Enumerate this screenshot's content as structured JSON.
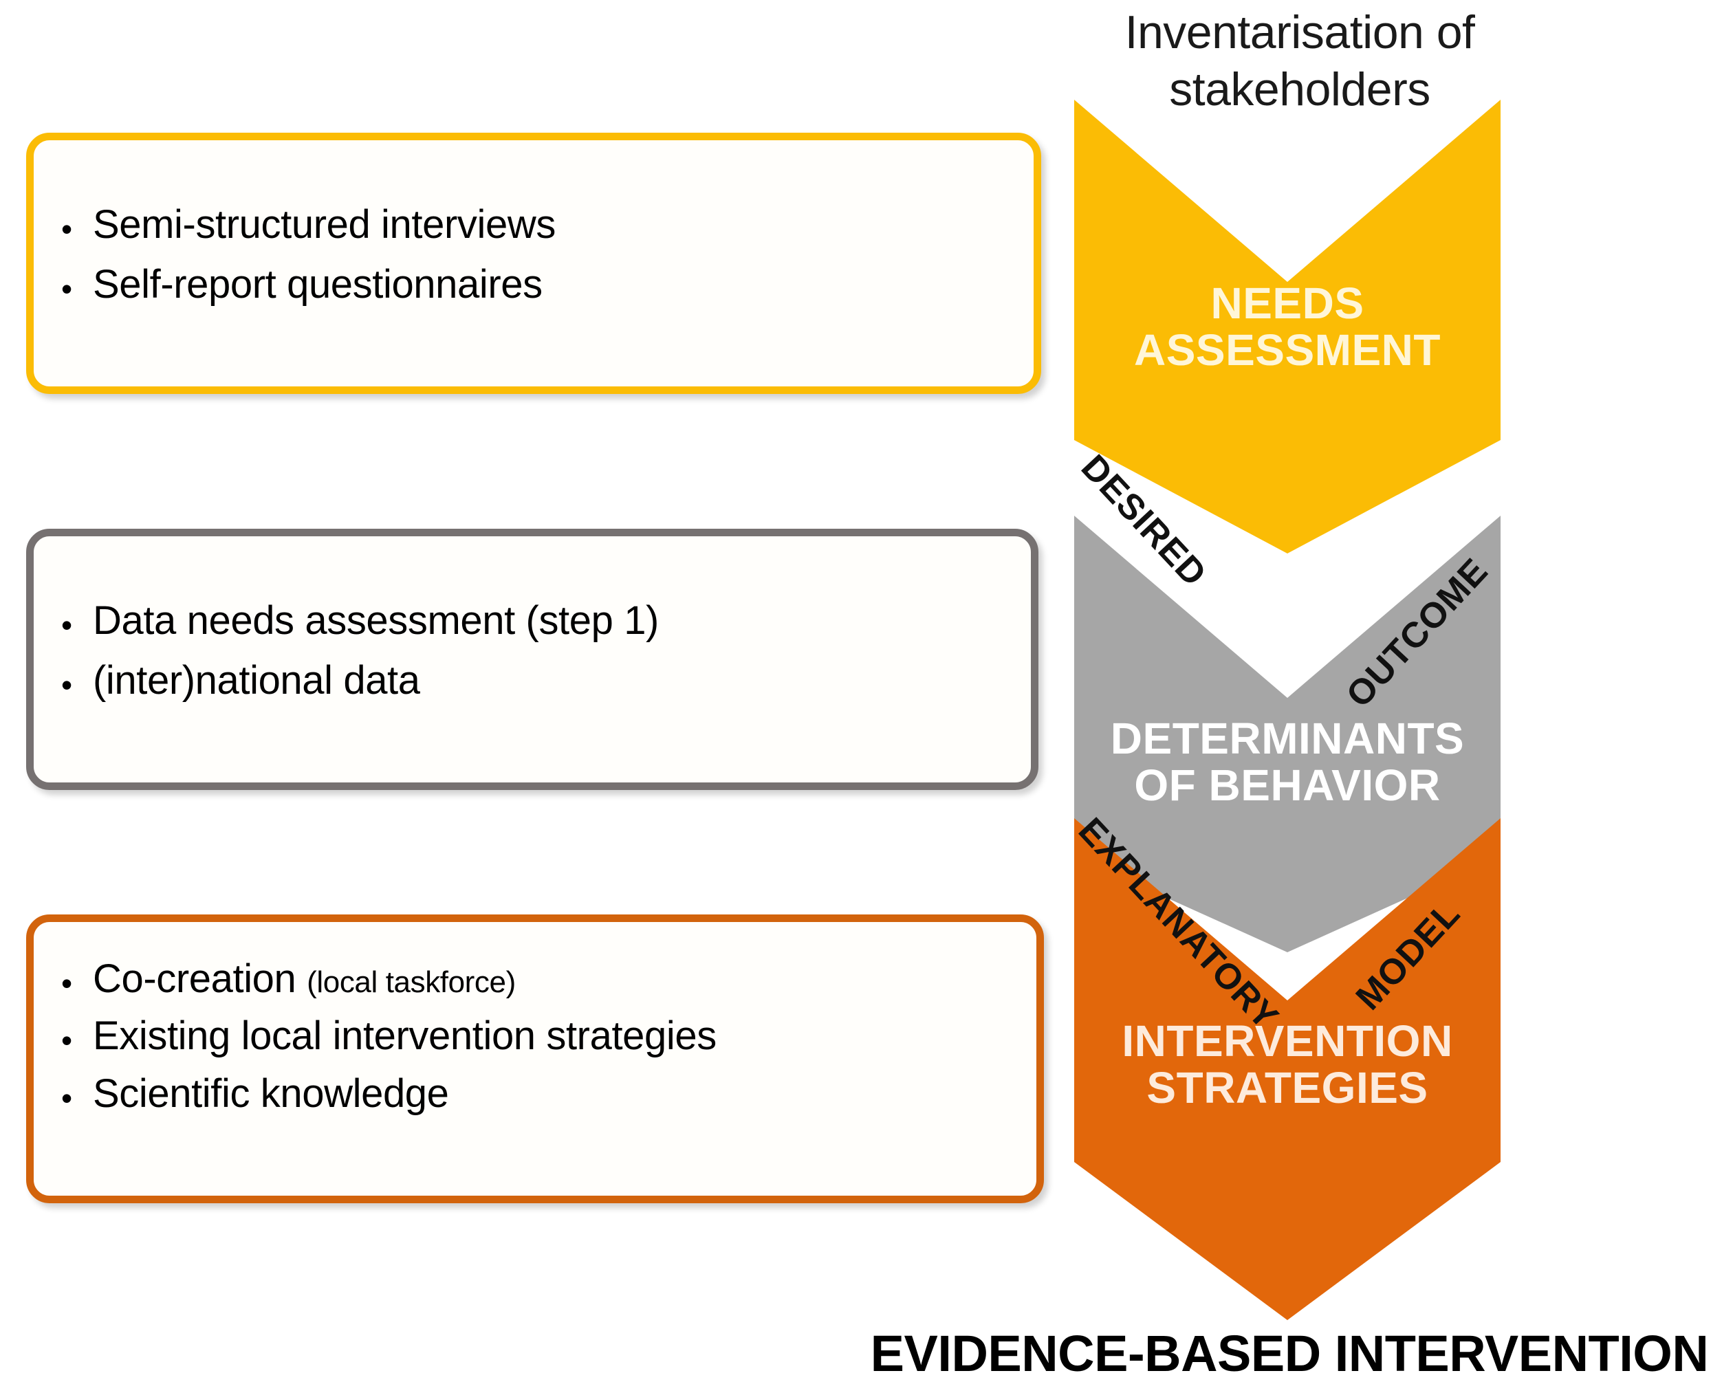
{
  "diagram": {
    "title_above_chevron": "Inventarisation of stakeholders",
    "bottom_caption": "EVIDENCE-BASED INTERVENTION",
    "colors": {
      "needs": "#FBBC05",
      "determinants": "#A6A6A6",
      "strategies": "#E2670B",
      "needs_border": "#FBBC05",
      "determinants_border": "#767171",
      "strategies_border": "#D2630C"
    },
    "steps": [
      {
        "id": "needs",
        "chevron_label_line1": "NEEDS",
        "chevron_label_line2": "ASSESSMENT",
        "panel_bullets": [
          {
            "text": "Semi-structured interviews",
            "note": ""
          },
          {
            "text": "Self-report questionnaires",
            "note": ""
          }
        ]
      },
      {
        "id": "determinants",
        "chevron_label_line1": "DETERMINANTS",
        "chevron_label_line2": "OF BEHAVIOR",
        "panel_bullets": [
          {
            "text": "Data needs assessment (step 1)",
            "note": ""
          },
          {
            "text": "(inter)national data",
            "note": ""
          }
        ]
      },
      {
        "id": "strategies",
        "chevron_label_line1": "INTERVENTION",
        "chevron_label_line2": "STRATEGIES",
        "panel_bullets": [
          {
            "text": "Co-creation ",
            "note": "(local taskforce)"
          },
          {
            "text": "Existing local intervention strategies",
            "note": ""
          },
          {
            "text": "Scientific knowledge",
            "note": ""
          }
        ]
      }
    ],
    "connectors": [
      {
        "id": "desired",
        "text": "DESIRED"
      },
      {
        "id": "outcome",
        "text": "OUTCOME"
      },
      {
        "id": "explanatory",
        "text": "EXPLANATORY"
      },
      {
        "id": "model",
        "text": "MODEL"
      }
    ],
    "bullet_glyph": "•"
  }
}
